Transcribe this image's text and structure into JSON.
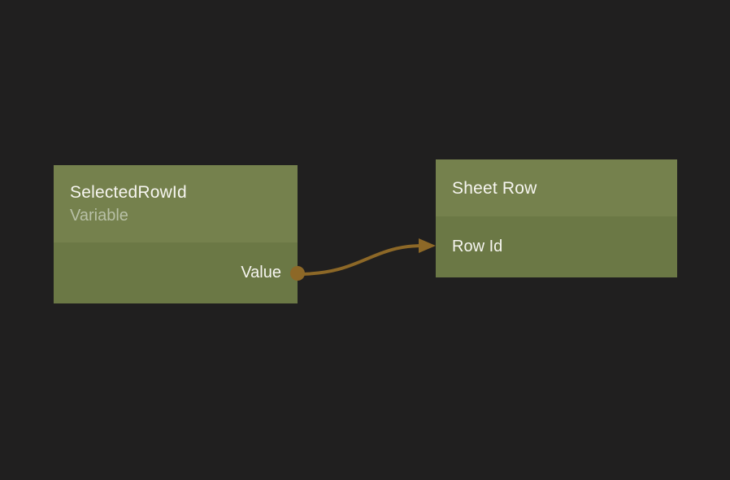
{
  "app": {
    "view": "node-graph-editor"
  },
  "colors": {
    "background": "#201f1f",
    "node-header": "#75814d",
    "node-body": "#6b7845",
    "title": "#f6f5f0",
    "subtitle": "#b8c0a6",
    "wire": "#8d6827"
  },
  "nodes": [
    {
      "title": "SelectedRowId",
      "subtitle": "Variable",
      "outputs": [
        {
          "label": "Value"
        }
      ],
      "inputs": []
    },
    {
      "title": "Sheet Row",
      "outputs": [],
      "inputs": [
        {
          "label": "Row Id"
        }
      ]
    }
  ],
  "connections": [
    {
      "from_node": "SelectedRowId",
      "from_port": "Value",
      "to_node": "Sheet Row",
      "to_port": "Row Id"
    }
  ]
}
